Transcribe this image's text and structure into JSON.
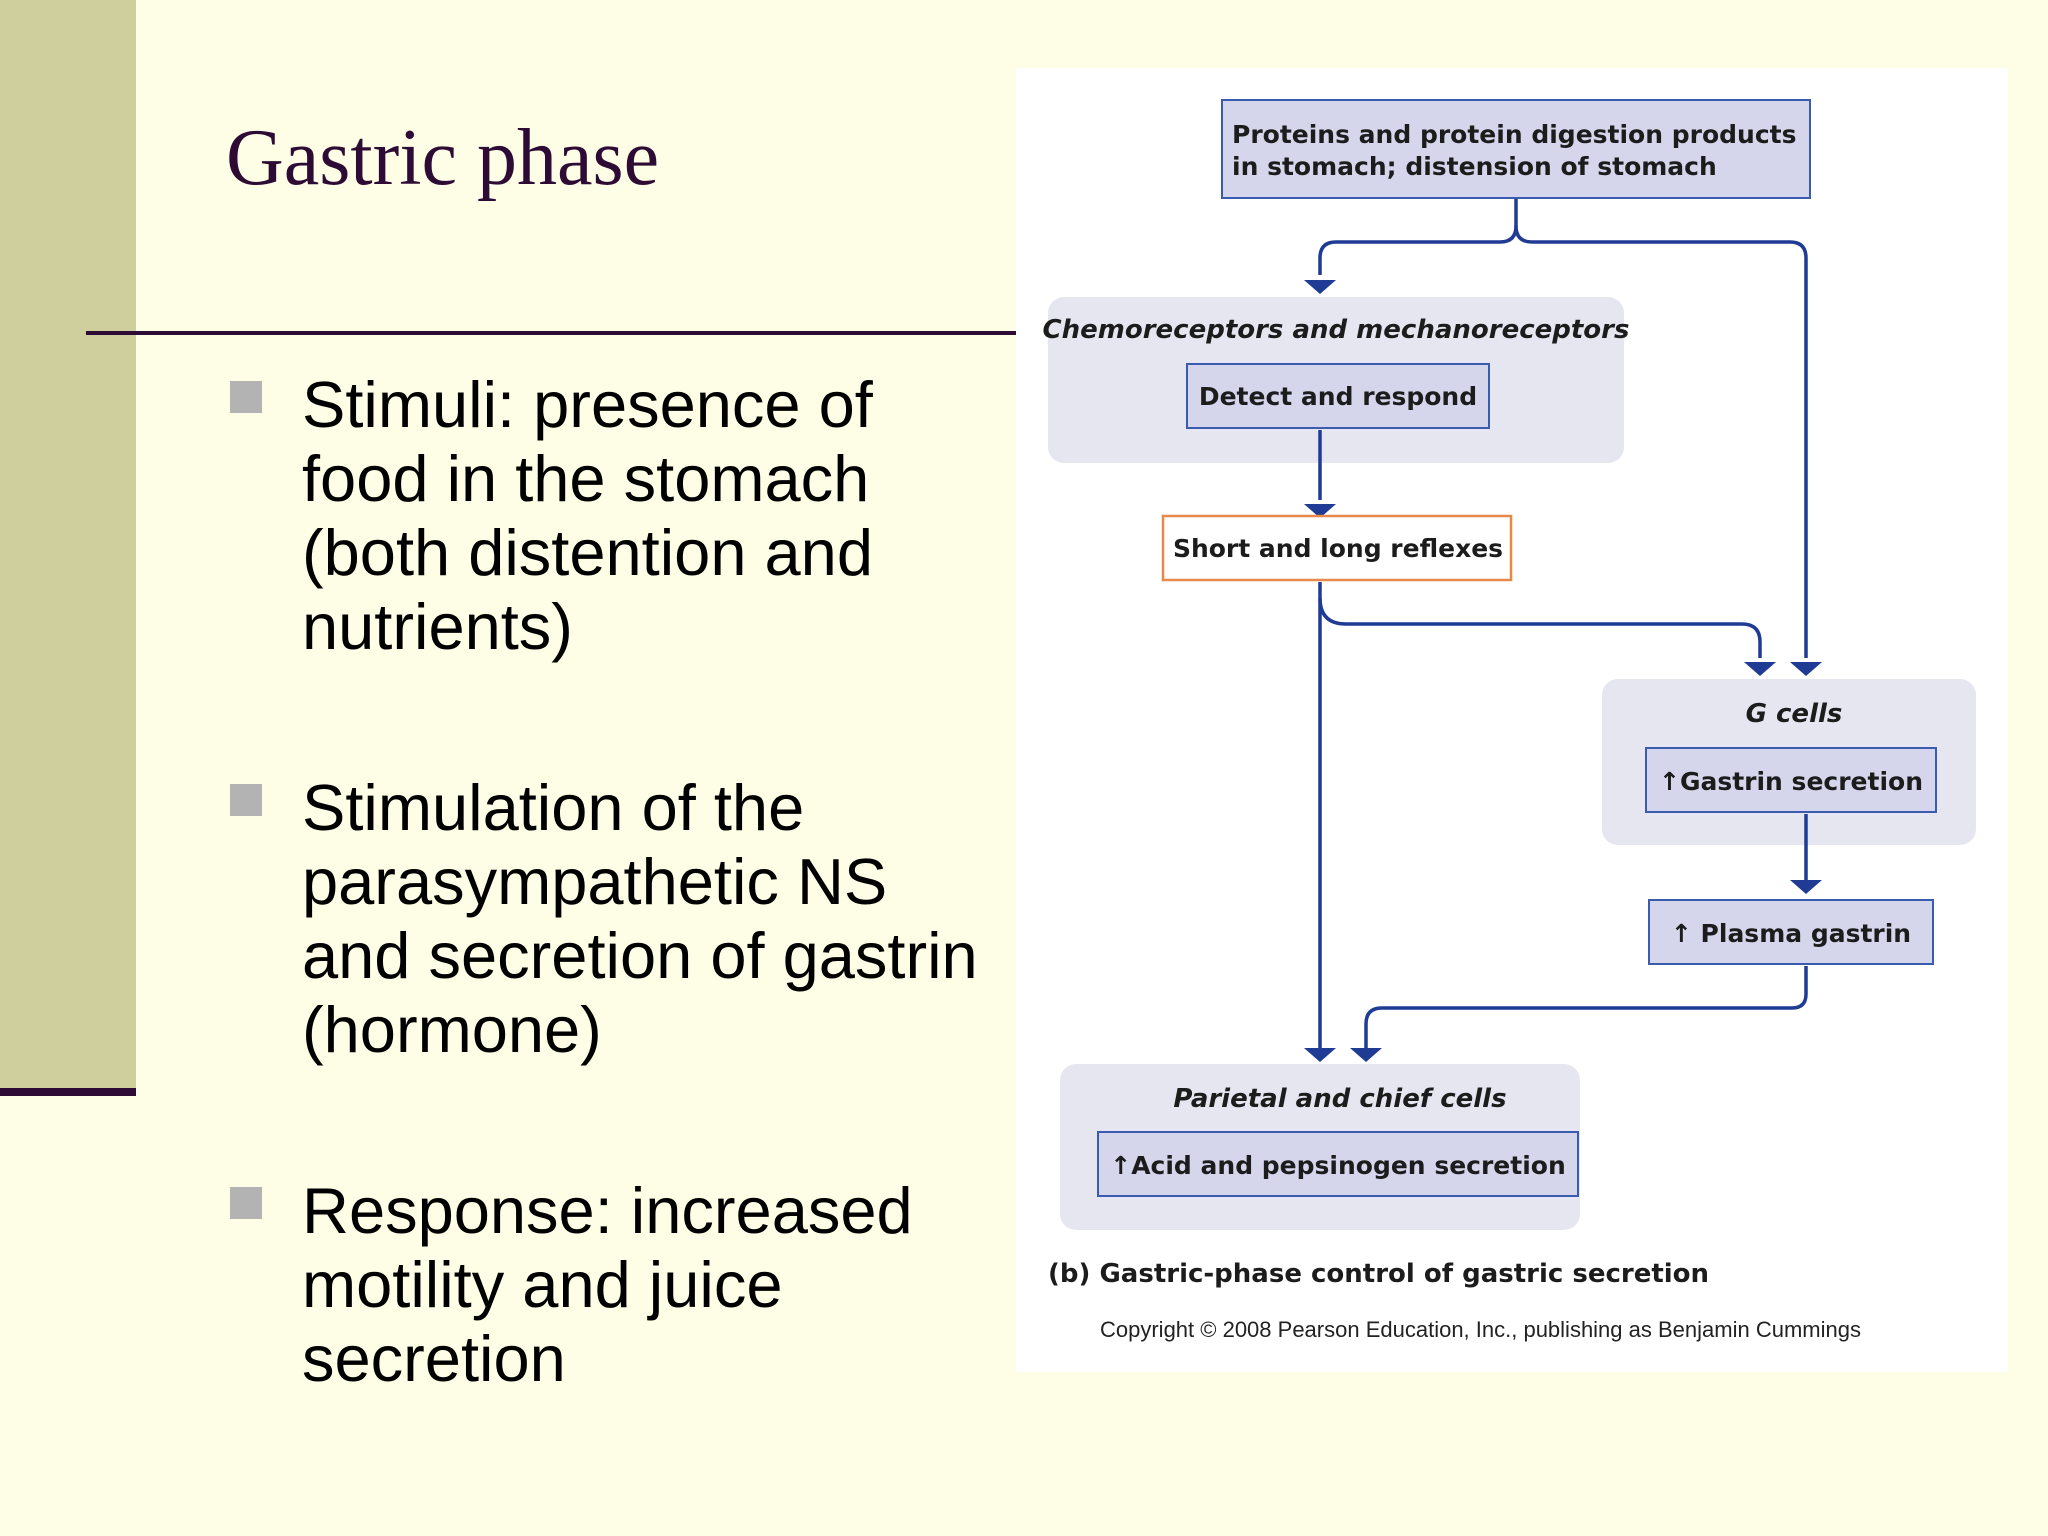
{
  "slide": {
    "title": "Gastric phase",
    "bullets": [
      {
        "text": "Stimuli: presence of\nfood in the stomach\n(both distention and\nnutrients)"
      },
      {
        "text": "Stimulation of the\nparasympathetic NS\nand secretion of gastrin\n(hormone)"
      },
      {
        "text": "Response: increased\nmotility and juice\nsecretion"
      }
    ]
  },
  "diagram": {
    "nodes": {
      "stimulus": [
        "Proteins and protein digestion products",
        "in stomach; distension of stomach"
      ],
      "receptors_group": "Chemoreceptors and mechanoreceptors",
      "receptors_action": "Detect and respond",
      "reflexes": "Short and long reflexes",
      "g_cells_group": "G cells",
      "gastrin_secretion": "Gastrin secretion",
      "plasma_gastrin": "Plasma gastrin",
      "parietal_group": "Parietal and chief cells",
      "acid_secretion": "Acid and pepsinogen secretion"
    },
    "increase_symbol": "↑",
    "caption_label": "(b)",
    "caption": "Gastric-phase control of gastric secretion",
    "copyright": "Copyright © 2008 Pearson Education, Inc., publishing as Benjamin Cummings"
  },
  "colors": {
    "background": "#fefee6",
    "sidebar": "#cfcf9d",
    "title": "#2e0b34",
    "rule": "#2e0b34",
    "bullet_marker": "#b3b3b3",
    "arrow": "#1f3b94",
    "box_fill": "#d5d5eb",
    "box_border": "#3a5cae",
    "panel_fill": "#e6e6f0",
    "reflex_border": "#e8884a"
  }
}
